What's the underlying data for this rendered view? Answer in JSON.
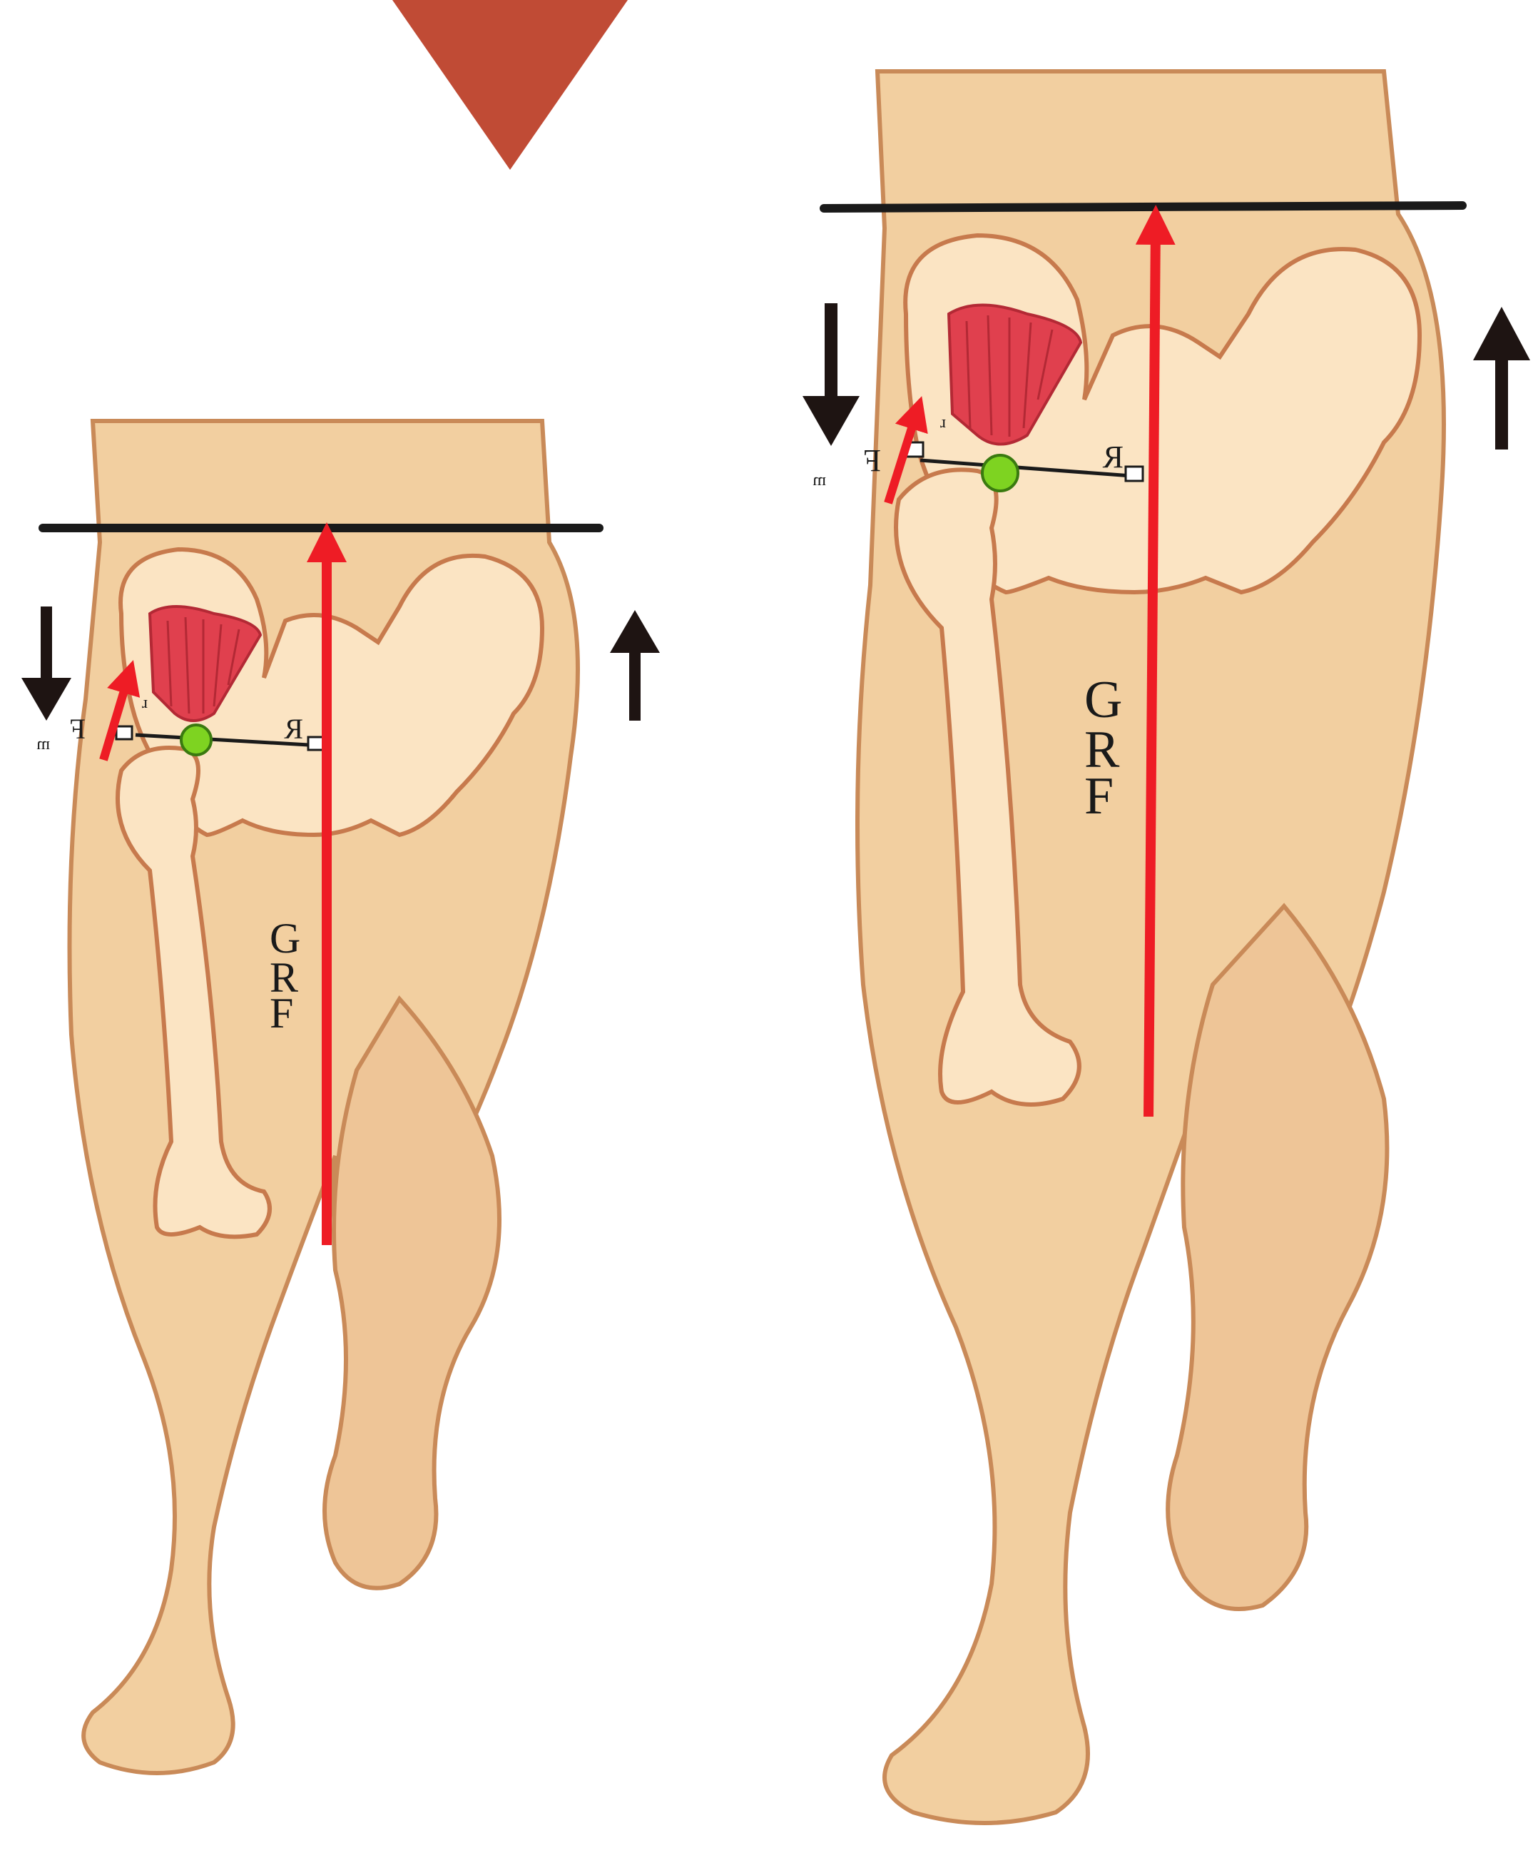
{
  "colors": {
    "skin": "#f2cfa0",
    "skin_outline": "#c98a58",
    "bone": "#fbe4c3",
    "bone_outline": "#c77a4d",
    "muscle": "#e0404e",
    "force_arrow": "#ee1c25",
    "pivot": "#7ed321",
    "direction_arrow": "#1e1412",
    "marker_triangle": "#c04b35",
    "pelvis_line": "#1a1a1a"
  },
  "icons": {
    "pivot": "hip-joint-pivot-icon",
    "down": "arrow-down-icon",
    "up": "arrow-up-icon",
    "marker": "triangle-marker-icon"
  },
  "left_figure": {
    "grf_letters": [
      "G",
      "R",
      "F"
    ],
    "fm_label": "F",
    "fm_sub": "m",
    "r_label": "R",
    "rm_label": "r"
  },
  "right_figure": {
    "grf_letters": [
      "G",
      "R",
      "F"
    ],
    "fm_label": "F",
    "fm_sub": "m",
    "r_label": "R",
    "rm_label": "r"
  }
}
